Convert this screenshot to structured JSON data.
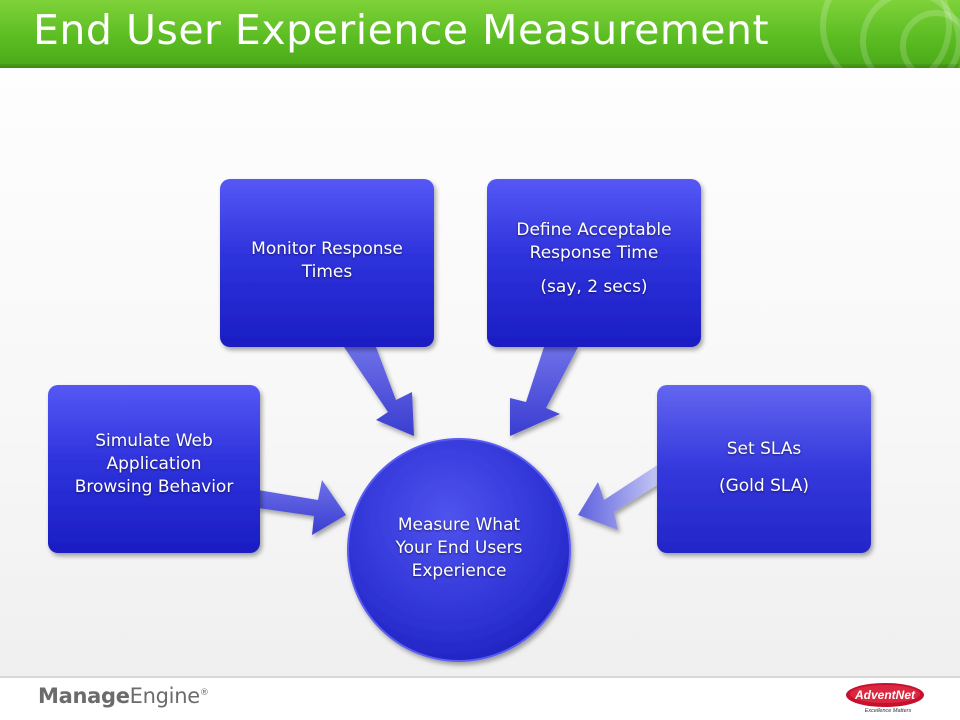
{
  "slide": {
    "title": "End User Experience Measurement"
  },
  "diagram": {
    "center": "Measure What Your End Users Experience",
    "center_lines": [
      "Measure What",
      "Your End Users",
      "Experience"
    ],
    "nodes": [
      {
        "id": "simulate",
        "lines": [
          "Simulate Web",
          "Application",
          "Browsing Behavior"
        ]
      },
      {
        "id": "monitor",
        "lines": [
          "Monitor Response",
          "Times"
        ]
      },
      {
        "id": "define",
        "lines": [
          "Define Acceptable",
          "Response Time",
          "(say, 2 secs)"
        ]
      },
      {
        "id": "sla",
        "lines": [
          "Set SLAs",
          "(Gold SLA)"
        ]
      }
    ],
    "colors": {
      "box_top": "#4a4ef2",
      "box_bottom": "#1c1fc8",
      "arrow": "#4f52d8",
      "circle": "#3235d6"
    }
  },
  "footer": {
    "brand_manage": "Manage",
    "brand_engine": "Engine",
    "brand_mark": "®",
    "partner_logo": "AdventNet",
    "partner_tagline": "Excellence Matters"
  },
  "colors": {
    "title_bar": "#5bbd22",
    "title_text": "#ffffff"
  }
}
